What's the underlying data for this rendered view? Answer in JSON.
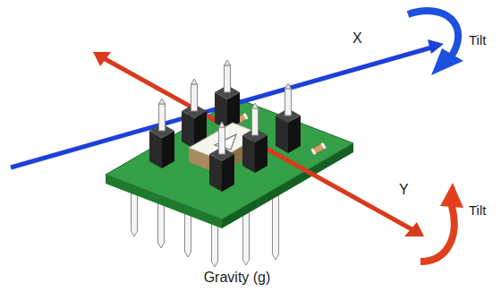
{
  "diagram": {
    "labels": [
      "X",
      "Tilt",
      "Y",
      "Tilt",
      "Gravity (g)"
    ]
  }
}
